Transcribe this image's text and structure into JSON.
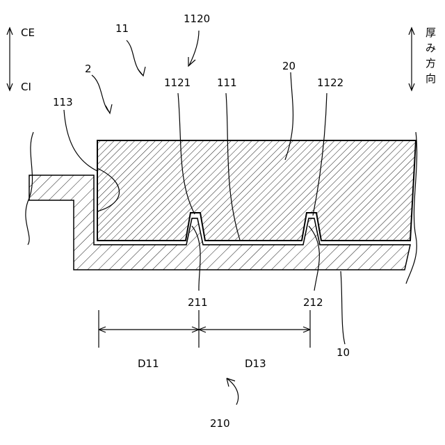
{
  "directions": {
    "outer": "CE",
    "inner": "CI",
    "thickness_direction_chars": [
      "厚",
      "み",
      "方",
      "向"
    ]
  },
  "labels": {
    "l2": "2",
    "l10": "10",
    "l11": "11",
    "l20": "20",
    "l111": "111",
    "l113": "113",
    "l1120": "1120",
    "l1121": "1121",
    "l1122": "1122",
    "l210": "210",
    "l211": "211",
    "l212": "212",
    "d11": "D11",
    "d13": "D13"
  }
}
